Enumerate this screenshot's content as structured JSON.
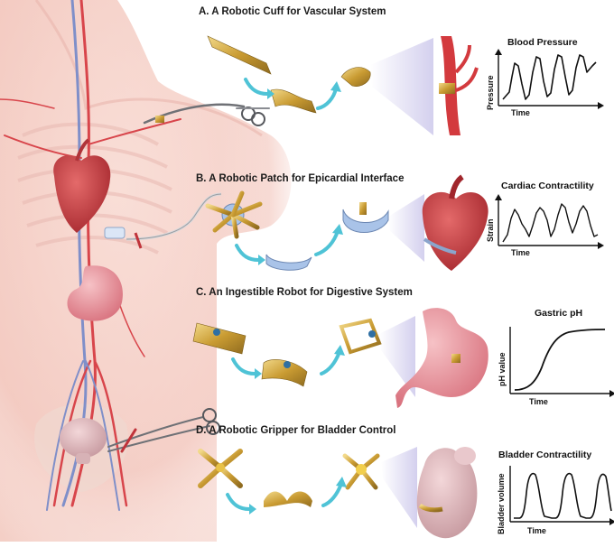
{
  "sections": [
    {
      "id": "A",
      "title": "A.  A Robotic Cuff for Vascular System",
      "organ_icon": "artery-icon",
      "plot": {
        "title": "Blood Pressure",
        "xlabel": "Time",
        "ylabel": "Pressure"
      }
    },
    {
      "id": "B",
      "title": "B.  A Robotic Patch for Epicardial Interface",
      "organ_icon": "heart-icon",
      "plot": {
        "title": "Cardiac Contractility",
        "xlabel": "Time",
        "ylabel": "Strain"
      }
    },
    {
      "id": "C",
      "title": "C.  An Ingestible Robot for Digestive System",
      "organ_icon": "stomach-icon",
      "plot": {
        "title": "Gastric pH",
        "xlabel": "Time",
        "ylabel": "pH value"
      }
    },
    {
      "id": "D",
      "title": "D.  A Robotic Gripper for Bladder Control",
      "organ_icon": "bladder-icon",
      "plot": {
        "title": "Bladder Contractility",
        "xlabel": "Time",
        "ylabel": "Bladder volume"
      }
    }
  ],
  "colors": {
    "skin": "#f7d6ce",
    "vessel_red": "#d8454b",
    "vessel_blue": "#7f8fc9",
    "robot_gold": "#d7b04a",
    "arrow_cyan": "#4fc3d6",
    "heart": "#c83b3f",
    "stomach": "#e99aa2"
  },
  "icons": [
    "human-body-icon",
    "artery-icon",
    "heart-icon",
    "stomach-icon",
    "bladder-icon",
    "forceps-icon",
    "robot-strip-icon"
  ]
}
